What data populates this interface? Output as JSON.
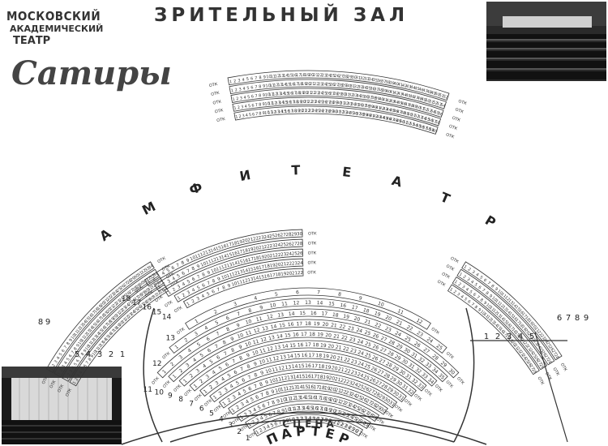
{
  "logo": {
    "line1": "МОСКОВСКИЙ",
    "line2": "АКАДЕМИЧЕСКИЙ",
    "line3": "ТЕАТР",
    "script": "Сатиры"
  },
  "title": "ЗРИТЕЛЬНЫЙ ЗАЛ",
  "sections": {
    "parter": "ПАРТЕР",
    "amphitheatre": "АМФИТЕАТР",
    "stage": "СЦЕНА"
  },
  "row_mark": "ОТК",
  "parter_rows": [
    {
      "label": "1",
      "seats": 27
    },
    {
      "label": "2",
      "seats": 28
    },
    {
      "label": "3",
      "seats": 29
    },
    {
      "label": "4",
      "seats": 30
    },
    {
      "label": "5",
      "seats": 31
    },
    {
      "label": "6",
      "seats": 31
    },
    {
      "label": "7",
      "seats": 32
    },
    {
      "label": "8",
      "seats": 33
    },
    {
      "label": "9",
      "seats": 34
    },
    {
      "label": "10",
      "seats": 35
    },
    {
      "label": "11",
      "seats": 30
    },
    {
      "label": "12",
      "seats": 25
    },
    {
      "label": "13",
      "seats": 12
    }
  ],
  "amphi_rows": [
    {
      "label": "14",
      "seats": 22
    },
    {
      "label": "15",
      "seats": 24
    },
    {
      "label": "16",
      "seats": 26
    },
    {
      "label": "17",
      "seats": 28
    },
    {
      "label": "18",
      "seats": 30
    }
  ],
  "balcony_top_rows": [
    {
      "label": "",
      "seats": 60
    },
    {
      "label": "",
      "seats": 58
    },
    {
      "label": "",
      "seats": 56
    },
    {
      "label": "",
      "seats": 54
    },
    {
      "label": "",
      "seats": 52
    }
  ],
  "left_blocks": [
    "1",
    "2",
    "3",
    "4",
    "5"
  ],
  "left_outer_blocks": [
    "8",
    "9"
  ],
  "right_blocks": [
    "1",
    "2",
    "3",
    "4",
    "5"
  ],
  "right_outer_blocks": [
    "6",
    "7",
    "8",
    "9"
  ]
}
